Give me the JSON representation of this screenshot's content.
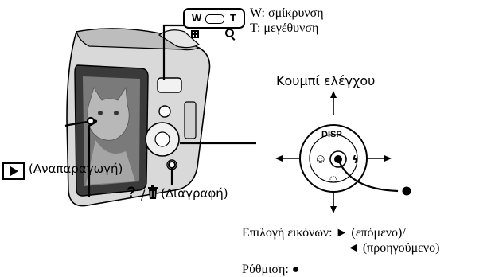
{
  "zoom": {
    "key_w": "W",
    "key_t": "T",
    "wide_icon": "grid-thumbnail-icon",
    "tele_icon": "magnifier-icon",
    "legend_w": "W: σμίκρυνση",
    "legend_t": "T: μεγέθυνση"
  },
  "control_panel": {
    "title": "Κουμπί ελέγχου",
    "disp_label": "DISP"
  },
  "playback": {
    "label": "(Αναπαραγωγή)"
  },
  "delete": {
    "label": "(Διαγραφή)",
    "question_mark": "?"
  },
  "selection": {
    "line1": "Επιλογή εικόνων: ► (επόμενο)/",
    "line2": "◄ (προηγούμενο)"
  },
  "setting": {
    "label": "Ρύθμιση: ●"
  }
}
